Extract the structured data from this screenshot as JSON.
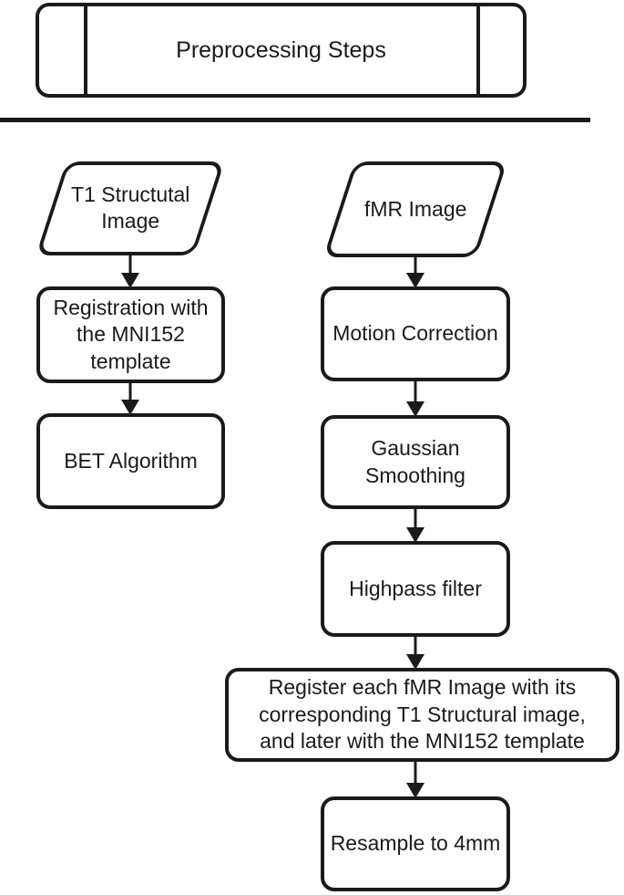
{
  "diagram": {
    "title": "Preprocessing Steps",
    "left_branch": {
      "input_label": "T1 Structutal\nImage",
      "steps": [
        {
          "label": "Registration with\nthe MNI152\ntemplate"
        },
        {
          "label": "BET Algorithm"
        }
      ]
    },
    "right_branch": {
      "input_label": "fMR Image",
      "steps": [
        {
          "label": "Motion Correction"
        },
        {
          "label": "Gaussian\nSmoothing"
        },
        {
          "label": "Highpass filter"
        },
        {
          "label": "Register each fMR Image with its\ncorresponding T1 Structural image,\nand later with the MNI152 template"
        },
        {
          "label": "Resample to 4mm"
        }
      ]
    },
    "colors": {
      "stroke": "#1a1a1a",
      "background": "#ffffff"
    }
  }
}
